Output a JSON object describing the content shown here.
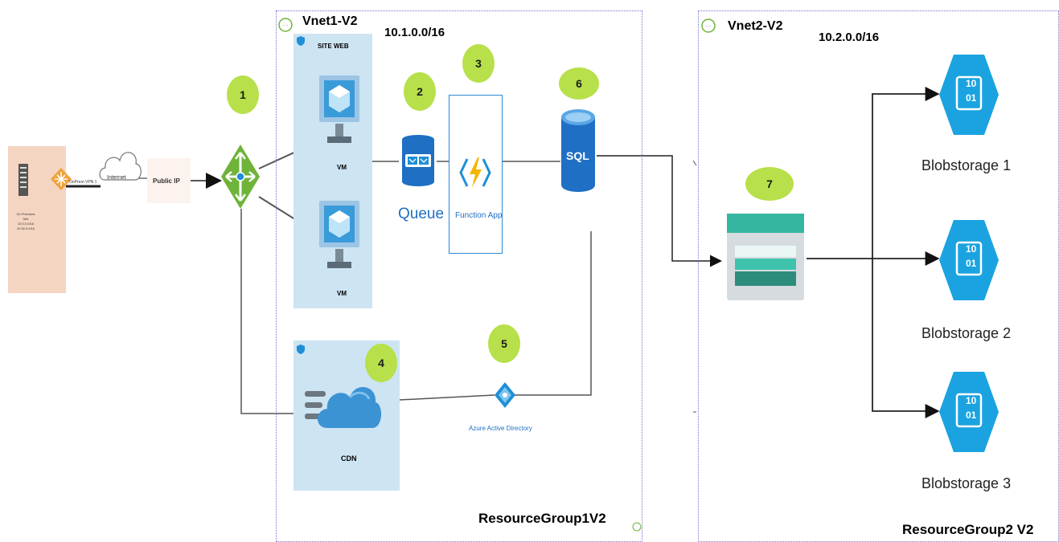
{
  "onprem": {
    "lines": [
      "On Premises",
      "Site",
      "10.0.0.0/16",
      "10.30.0.0/16"
    ],
    "vpn_label": "OnPrem VPN 1"
  },
  "internet_label": "Internet",
  "public_ip_label": "Public IP",
  "vnet1": {
    "name": "Vnet1-V2",
    "cidr": "10.1.0.0/16",
    "resource_group": "ResourceGroup1V2"
  },
  "vnet2": {
    "name": "Vnet2-V2",
    "cidr": "10.2.0.0/16",
    "resource_group": "ResourceGroup2 V2"
  },
  "site_web_label": "SITE WEB",
  "vm_labels": [
    "VM",
    "VM"
  ],
  "queue_label": "Queue",
  "function_label": "Function App",
  "sql_label": "SQL",
  "cdn_label": "CDN",
  "aad_label": "Azure Active Directory",
  "badges": [
    "1",
    "2",
    "3",
    "4",
    "5",
    "6",
    "7"
  ],
  "blob_icon_text": [
    "10",
    "01"
  ],
  "blobs": [
    "Blobstorage 1",
    "Blobstorage 2",
    "Blobstorage 3"
  ],
  "colors": {
    "dotted_border": "#7b6fd0",
    "badge": "#b7e04a",
    "subnet": "#cde4f3",
    "onprem": "#f4d5c2",
    "azure_blue": "#1f8fd6"
  }
}
